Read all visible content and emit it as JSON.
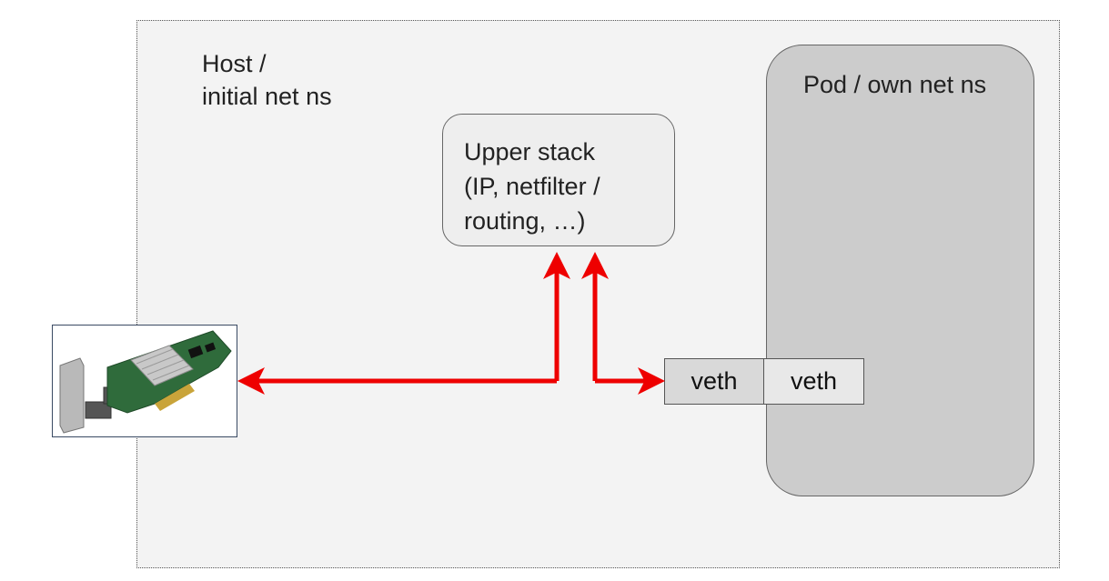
{
  "diagram": {
    "host": {
      "label": "Host /\ninitial net ns"
    },
    "pod": {
      "label": "Pod / own net ns"
    },
    "upper_stack": {
      "label": "Upper stack\n(IP,  netfilter /\nrouting, …)"
    },
    "veth_host": {
      "label": "veth"
    },
    "veth_pod": {
      "label": "veth"
    },
    "nic": {
      "icon": "network-card-icon"
    },
    "colors": {
      "arrow": "#ee0000",
      "host_bg": "#f3f3f3",
      "pod_bg": "#cccccc",
      "upper_bg": "#eeeeee",
      "veth_bg": "#d9d9d9",
      "nic_pcb": "#2f6b3b",
      "nic_heatsink": "#c8c8c8"
    }
  }
}
